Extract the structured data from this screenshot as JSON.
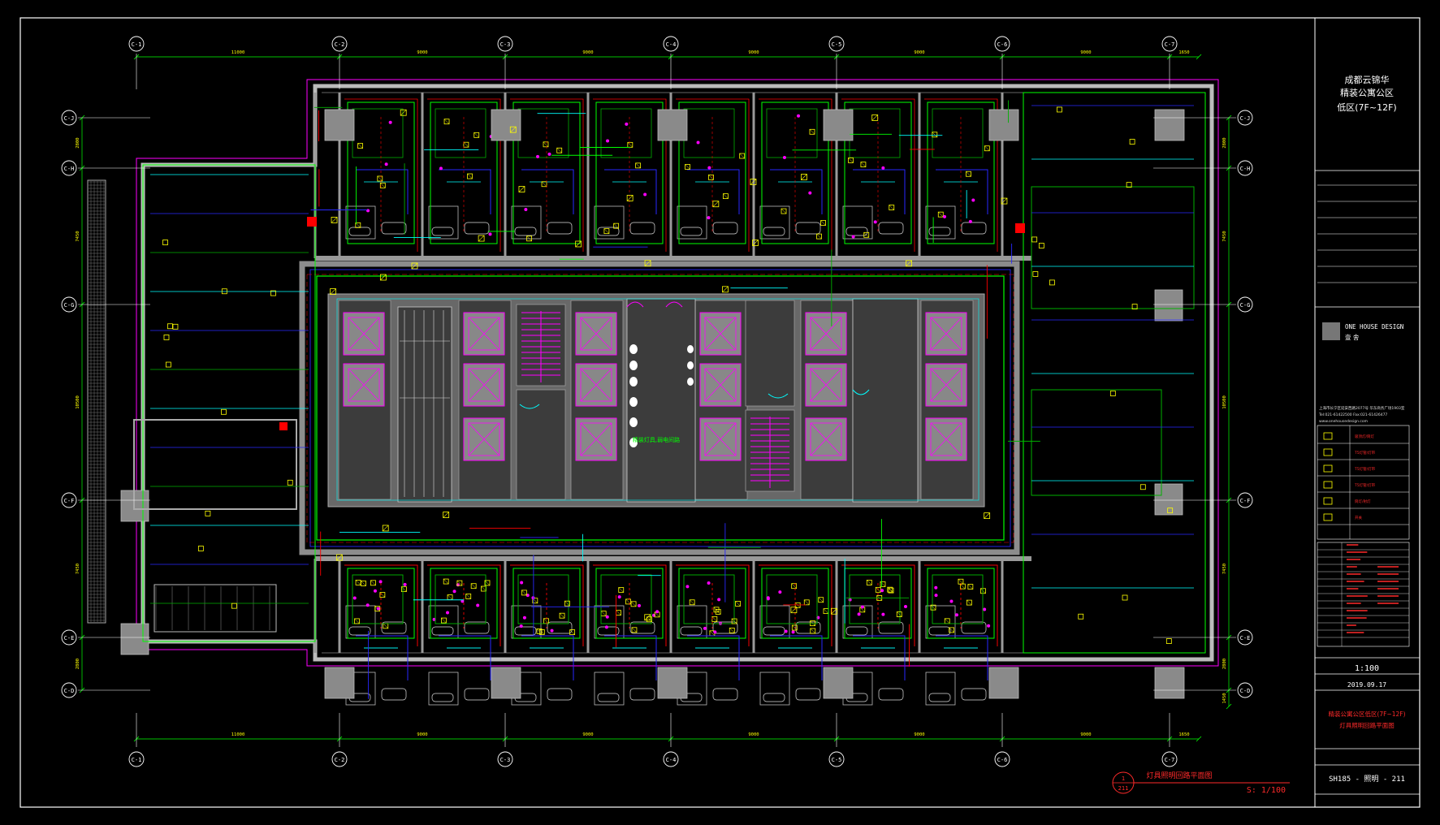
{
  "colors": {
    "background": "#000000",
    "frame": "#ffffff",
    "wall_outer": "#bbbbbb",
    "wall_fill": "#8a8a8a",
    "core_fill": "#686868",
    "core_dark": "#3c3c3c",
    "elevator": "#ff00ff",
    "green": "#00ff00",
    "dark_green": "#00b000",
    "cyan": "#00ffff",
    "red": "#ff0000",
    "blue": "#2828ff",
    "yellow": "#ffff00",
    "magenta": "#ff00ff",
    "dim": "#00ff00",
    "grid": "#ffffff"
  },
  "grid_top": [
    "C-1",
    "C-2",
    "C-3",
    "C-4",
    "C-5",
    "C-6",
    "C-7"
  ],
  "grid_bottom": [
    "C-1",
    "C-2",
    "C-3",
    "C-4",
    "C-5",
    "C-6",
    "C-7"
  ],
  "grid_left": [
    "C-J",
    "C-H",
    "C-G",
    "C-F",
    "C-E",
    "C-D"
  ],
  "grid_right": [
    "C-J",
    "C-H",
    "C-G",
    "C-F",
    "C-E",
    "C-D"
  ],
  "dims_top": [
    "11000",
    "9000",
    "9000",
    "9000",
    "9000",
    "9000",
    "1650"
  ],
  "dims_bottom": [
    "11000",
    "9000",
    "9000",
    "9000",
    "9000",
    "9000",
    "1650"
  ],
  "dims_left": [
    "2800",
    "7450",
    "10500",
    "7450",
    "2800"
  ],
  "dims_right": [
    "2800",
    "7450",
    "10500",
    "7450",
    "2800",
    "1450"
  ],
  "plan_note": "精装灯具,弱电间路",
  "title_block": {
    "project_lines": [
      "成都云锦华",
      "精装公寓公区",
      "低区(7F~12F)"
    ],
    "firm_name": "ONE HOUSE DESIGN",
    "firm_cn": "壹 舍",
    "address_lines": [
      "上海市长宁区延安西路2077号 华东商务广场1903室",
      "Tel:021-61422500 Fax:021-61426477",
      "www.onehousedesign.com"
    ],
    "scale": "1:100",
    "date": "2019.09.17",
    "drawing_title_lines": [
      "精装公寓公区低区(7F~12F)",
      "灯具照明回路平面图"
    ],
    "drawing_number": "SH185 - 照明 - 211"
  },
  "legend_items": [
    "吸顶灯/筒灯",
    "T5灯管/灯带",
    "T5灯管/灯带",
    "T5灯管/灯带",
    "筒灯/射灯",
    "开关"
  ],
  "bottom_label": {
    "number_top": "1",
    "number_bottom": "211",
    "title": "灯具照明回路平面图",
    "scale": "S: 1/100"
  }
}
